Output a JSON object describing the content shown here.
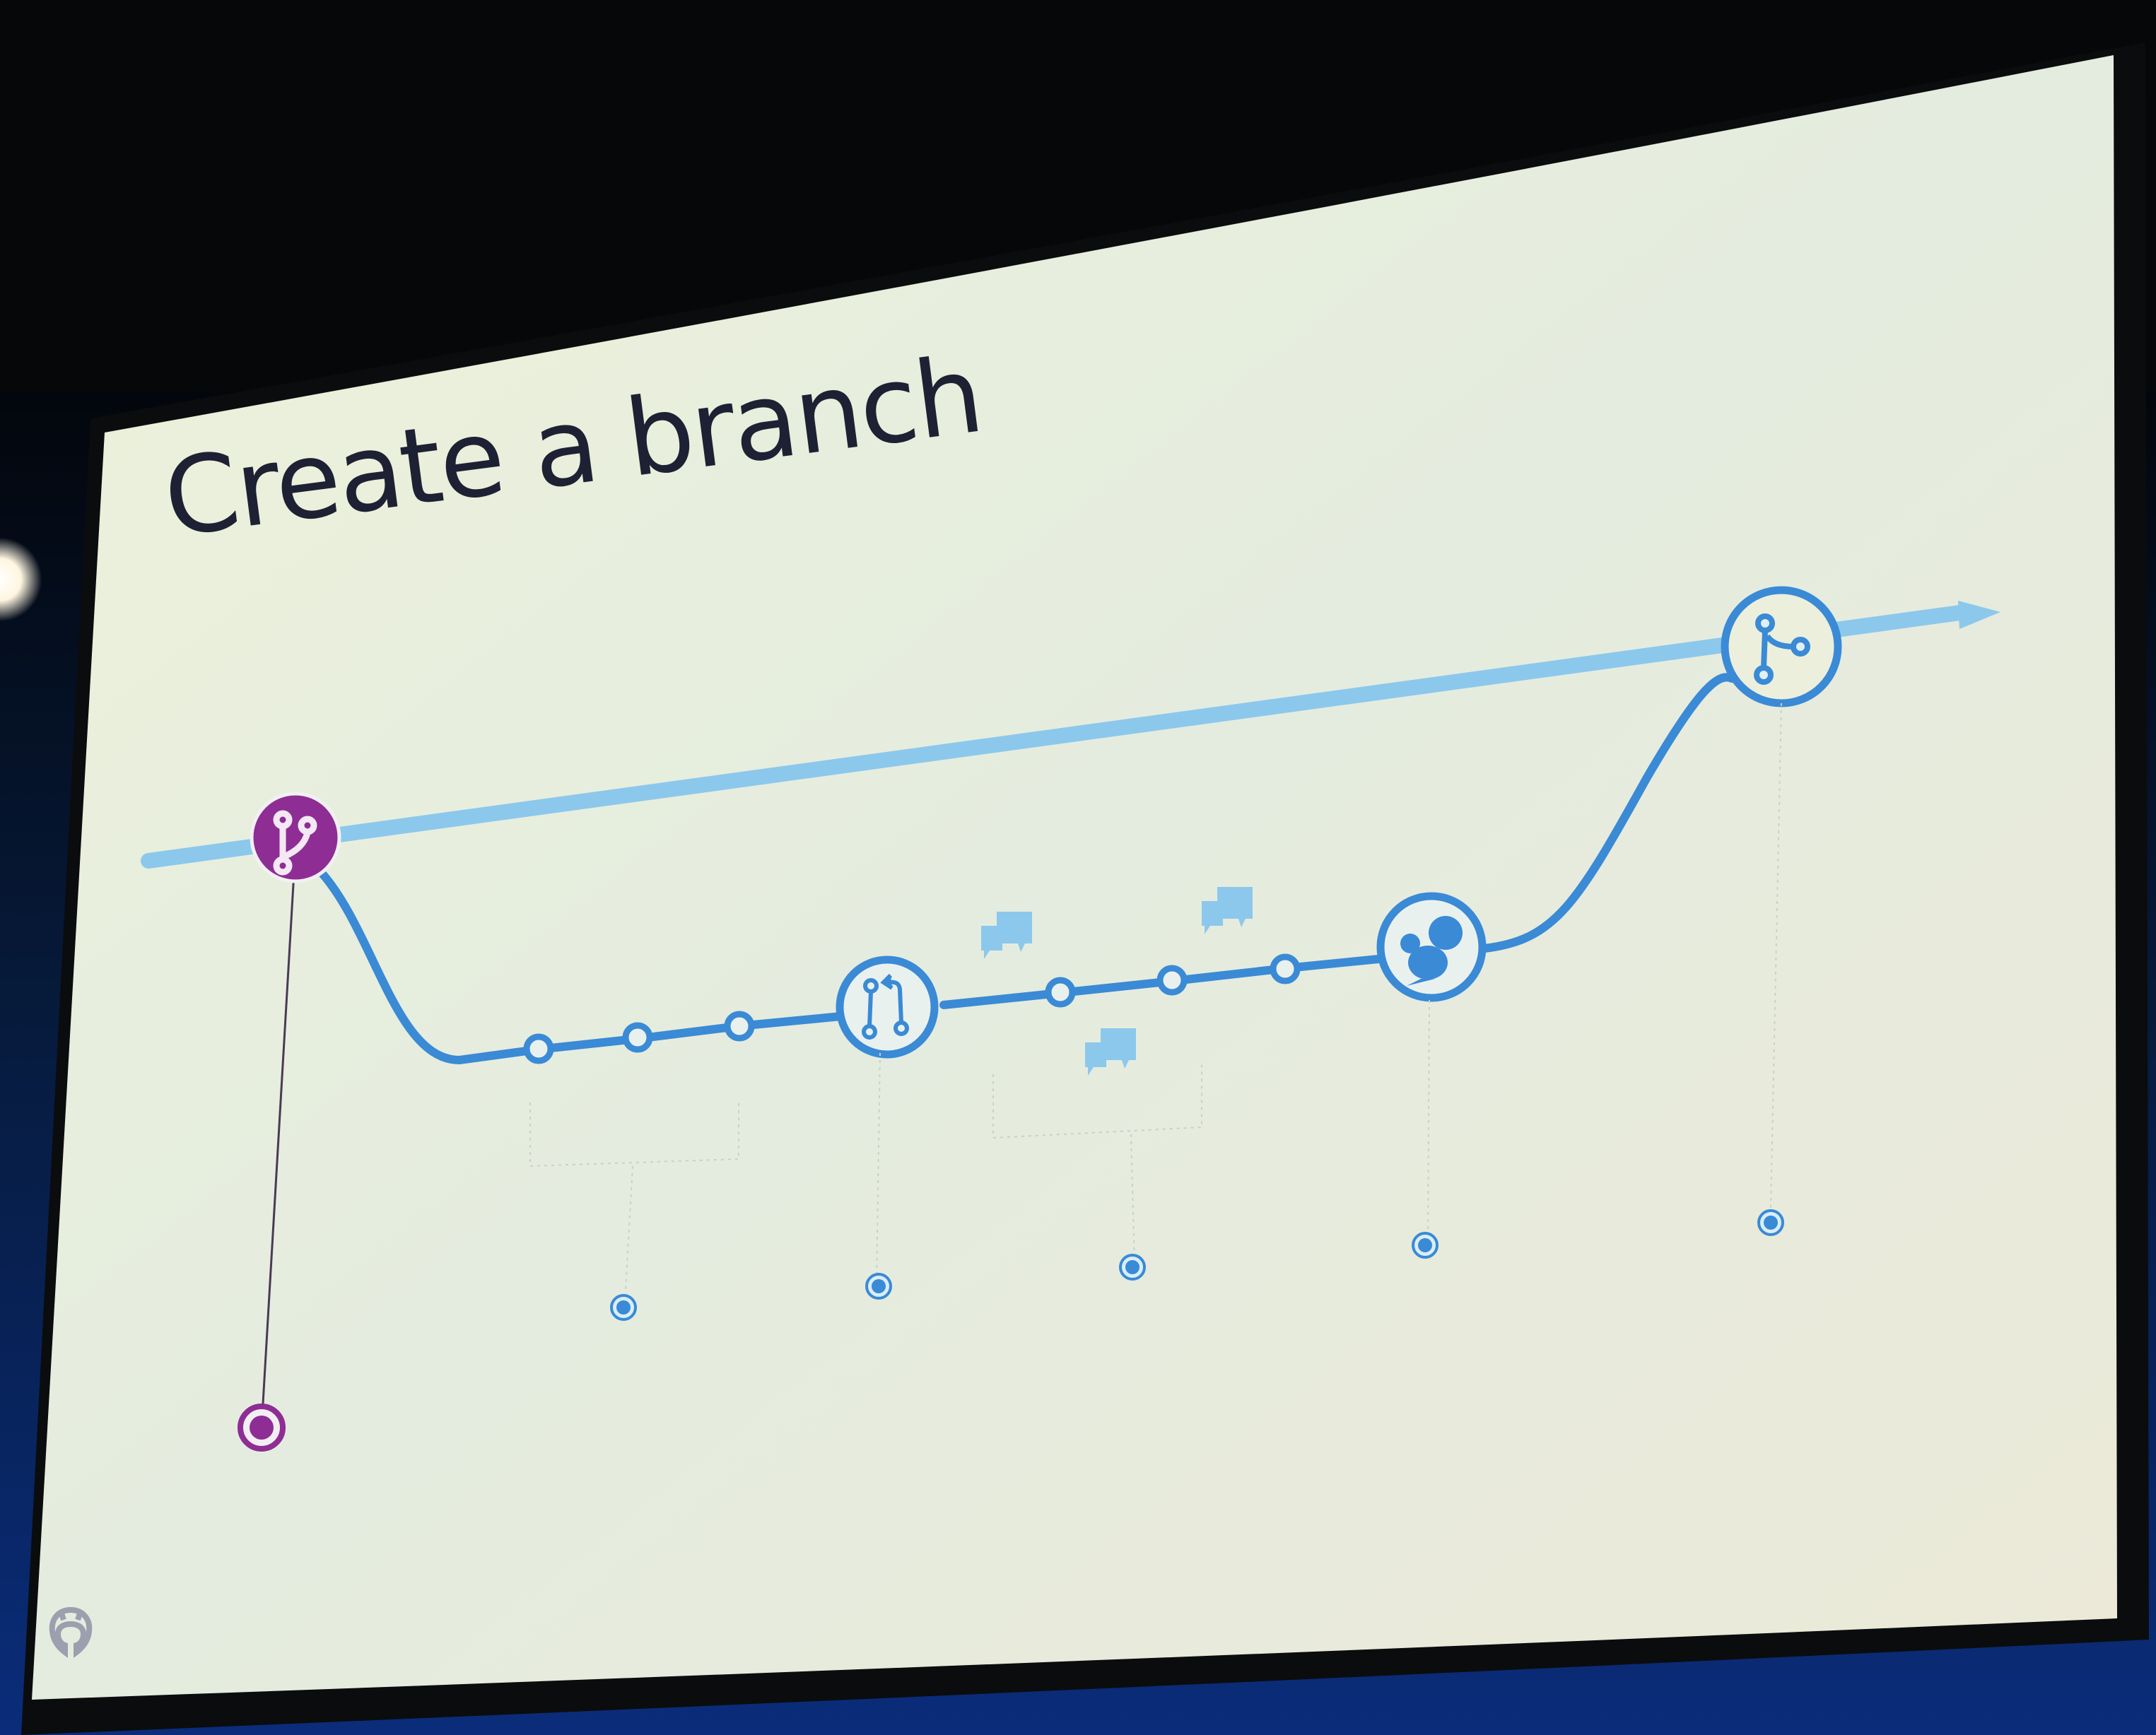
{
  "slide": {
    "title": "Create a branch",
    "footer_logo": "github-octocat-icon"
  },
  "colors": {
    "background": "#e8eedb",
    "master_line": "#8cc8ec",
    "branch_line": "#3a8ad6",
    "branch_marker": "#8e2d94",
    "title_text": "#1e2133",
    "comment_icon": "#8cc8ec"
  },
  "diagram": {
    "master_branch": {
      "arrow": "right-arrow-icon"
    },
    "start_node": {
      "icon": "git-branch-icon",
      "color": "#8e2d94",
      "active": true
    },
    "commits_before_pr": 3,
    "pull_request_node": {
      "icon": "git-pull-request-icon"
    },
    "commits_after_pr": 3,
    "comment_icons": 3,
    "deploy_node": {
      "icon": "squirrel-icon"
    },
    "merge_node": {
      "icon": "git-merge-icon"
    },
    "step_markers": [
      {
        "step": 1,
        "active": true,
        "color": "#8e2d94"
      },
      {
        "step": 2,
        "active": false,
        "color": "#3a8ad6"
      },
      {
        "step": 3,
        "active": false,
        "color": "#3a8ad6"
      },
      {
        "step": 4,
        "active": false,
        "color": "#3a8ad6"
      },
      {
        "step": 5,
        "active": false,
        "color": "#3a8ad6"
      },
      {
        "step": 6,
        "active": false,
        "color": "#3a8ad6"
      }
    ]
  }
}
